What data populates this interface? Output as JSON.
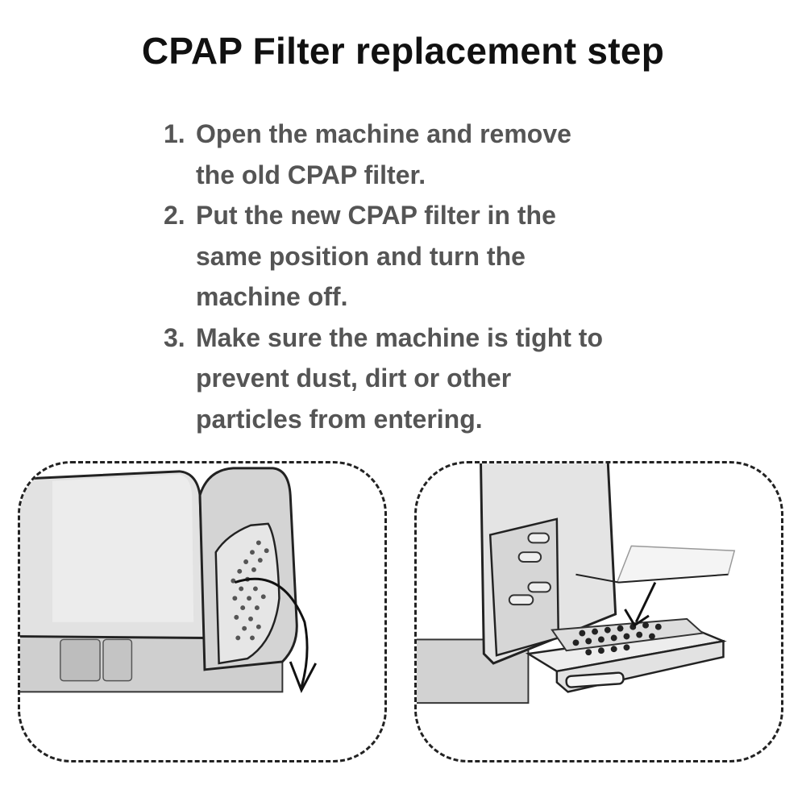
{
  "title": "CPAP Filter replacement step",
  "steps": [
    {
      "number": "1.",
      "lines": [
        "Open the machine and remove",
        "the old CPAP filter."
      ]
    },
    {
      "number": "2.",
      "lines": [
        "Put the new CPAP filter in the",
        "same position and turn the",
        "machine off."
      ]
    },
    {
      "number": "3.",
      "lines": [
        "Make sure the machine is tight to",
        "prevent dust, dirt or other",
        "particles from entering."
      ]
    }
  ],
  "colors": {
    "title": "#111111",
    "step_text": "#555555",
    "device_body": "#d9d9d9",
    "device_light": "#ececec",
    "outline": "#222222",
    "filter_pad": "#f2f2f2"
  }
}
